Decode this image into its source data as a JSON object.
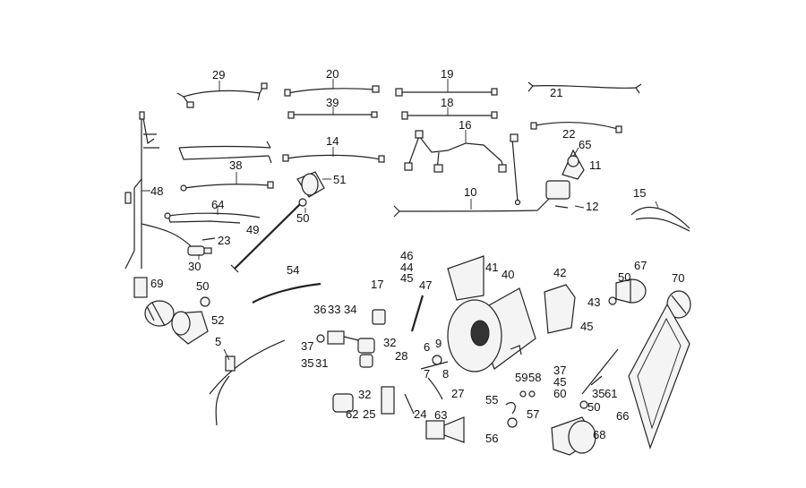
{
  "labels": {
    "p5": "5",
    "p6": "6",
    "p7": "7",
    "p8": "8",
    "p9": "9",
    "p10": "10",
    "p11": "11",
    "p12": "12",
    "p14": "14",
    "p15": "15",
    "p16": "16",
    "p17": "17",
    "p18": "18",
    "p19": "19",
    "p20": "20",
    "p21": "21",
    "p22": "22",
    "p23": "23",
    "p24": "24",
    "p25": "25",
    "p27": "27",
    "p28": "28",
    "p29": "29",
    "p30": "30",
    "p31": "31",
    "p32a": "32",
    "p32b": "32",
    "p33": "33",
    "p34": "34",
    "p35": "35",
    "p35b": "35",
    "p36": "36",
    "p37a": "37",
    "p37b": "37",
    "p38": "38",
    "p39": "39",
    "p40": "40",
    "p41": "41",
    "p42": "42",
    "p43": "43",
    "p44": "44",
    "p45a": "45",
    "p45b": "45",
    "p45c": "45",
    "p46": "46",
    "p47": "47",
    "p48": "48",
    "p49": "49",
    "p50a": "50",
    "p50b": "50",
    "p50c": "50",
    "p50d": "50",
    "p51": "51",
    "p52": "52",
    "p54": "54",
    "p55": "55",
    "p56": "56",
    "p57": "57",
    "p58": "58",
    "p59": "59",
    "p60": "60",
    "p61": "61",
    "p62": "62",
    "p63": "63",
    "p64": "64",
    "p65": "65",
    "p66": "66",
    "p67": "67",
    "p68": "68",
    "p69": "69",
    "p70": "70"
  }
}
